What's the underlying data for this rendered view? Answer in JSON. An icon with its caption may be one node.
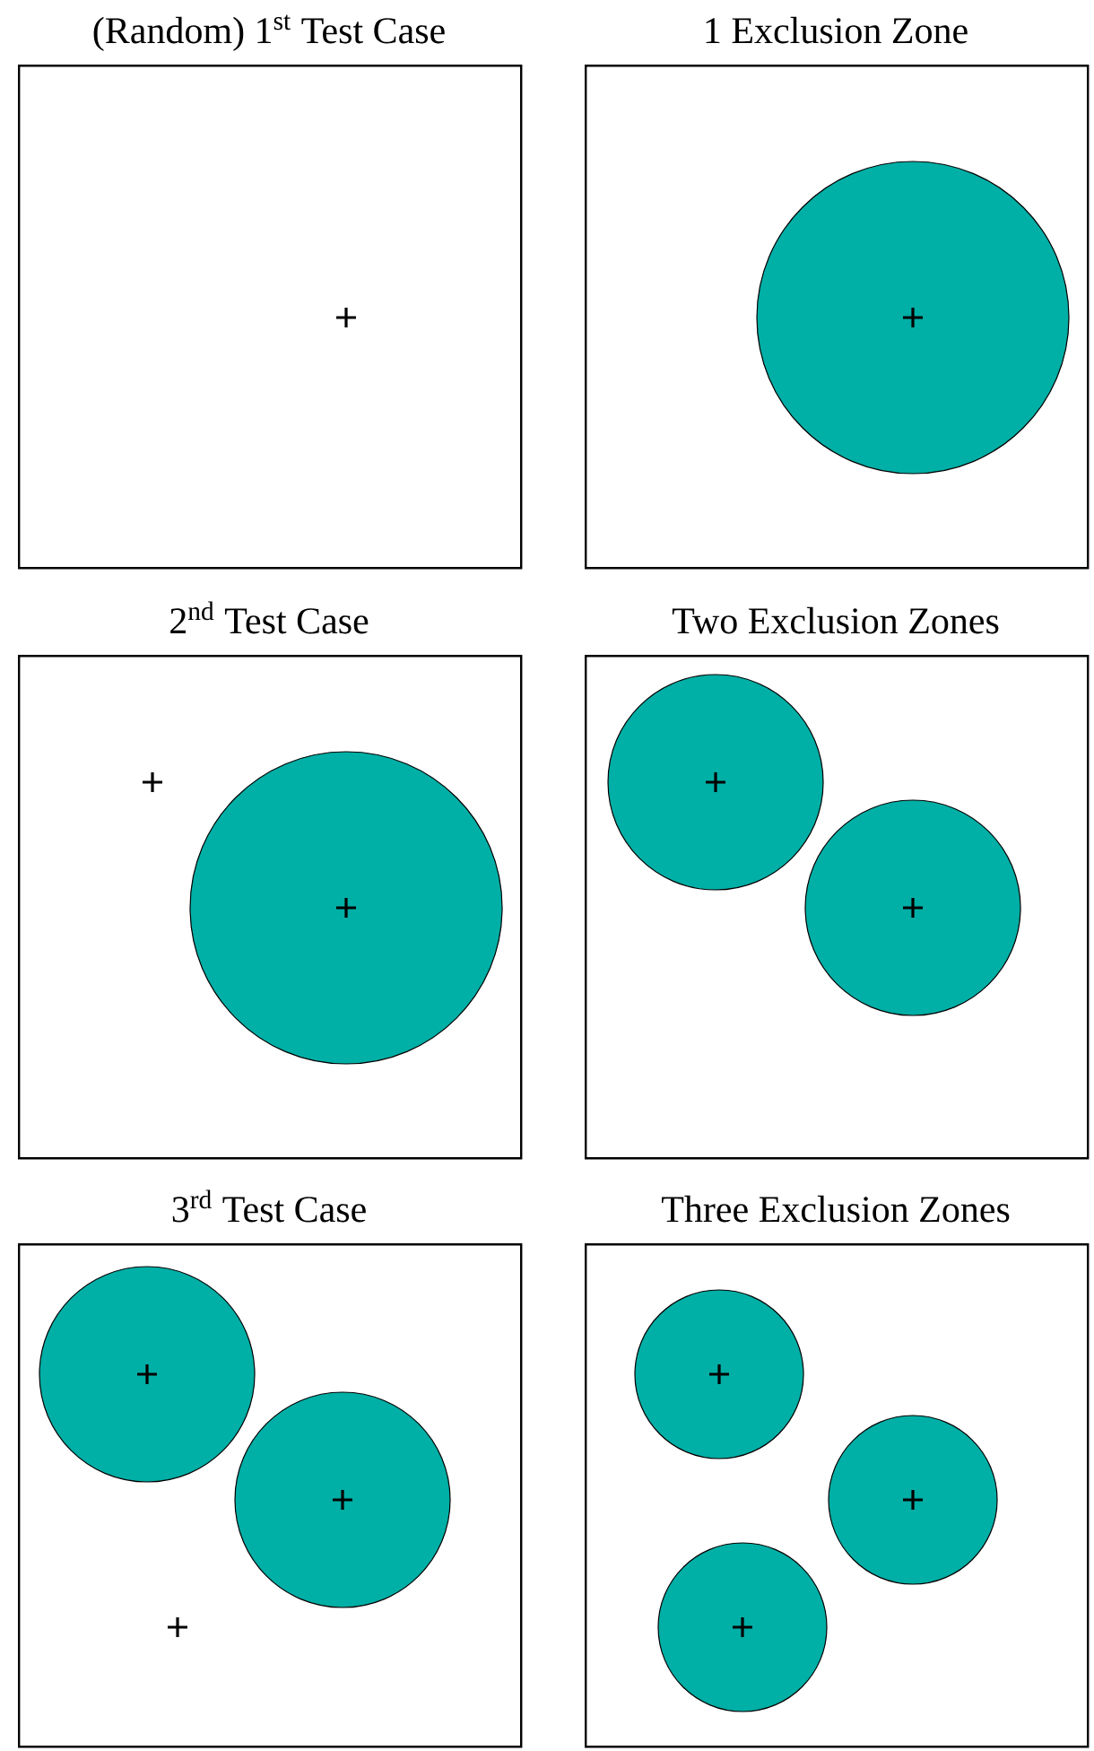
{
  "diagram": {
    "nodes": [
      {
        "text": [
          "(Random) 1$^{st}$ Test Case"
        ]
      },
      {
        "text": [
          "1 Exclusion Zone"
        ]
      },
      {
        "text": [],
        "shape": "circle",
        "in": 1
      },
      {
        "text": [
          "2$^{nd}$ Test Case"
        ]
      },
      {
        "text": [],
        "shape": "circle",
        "in": 3
      },
      {
        "text": [
          "Two Exclusion Zones"
        ]
      },
      {
        "text": [],
        "shape": "circle",
        "in": 5
      },
      {
        "text": [],
        "shape": "circle",
        "in": 5
      },
      {
        "text": [
          "3$^{rd}$ Test Case"
        ]
      },
      {
        "text": [],
        "shape": "circle",
        "in": 8
      },
      {
        "text": [],
        "shape": "circle",
        "in": 8
      },
      {
        "text": [
          "Three Exclusion Zones"
        ]
      },
      {
        "text": [],
        "shape": "circle",
        "in": 11
      },
      {
        "text": [],
        "shape": "circle",
        "in": 11
      },
      {
        "text": [],
        "shape": "circle",
        "in": 11
      }
    ]
  }
}
